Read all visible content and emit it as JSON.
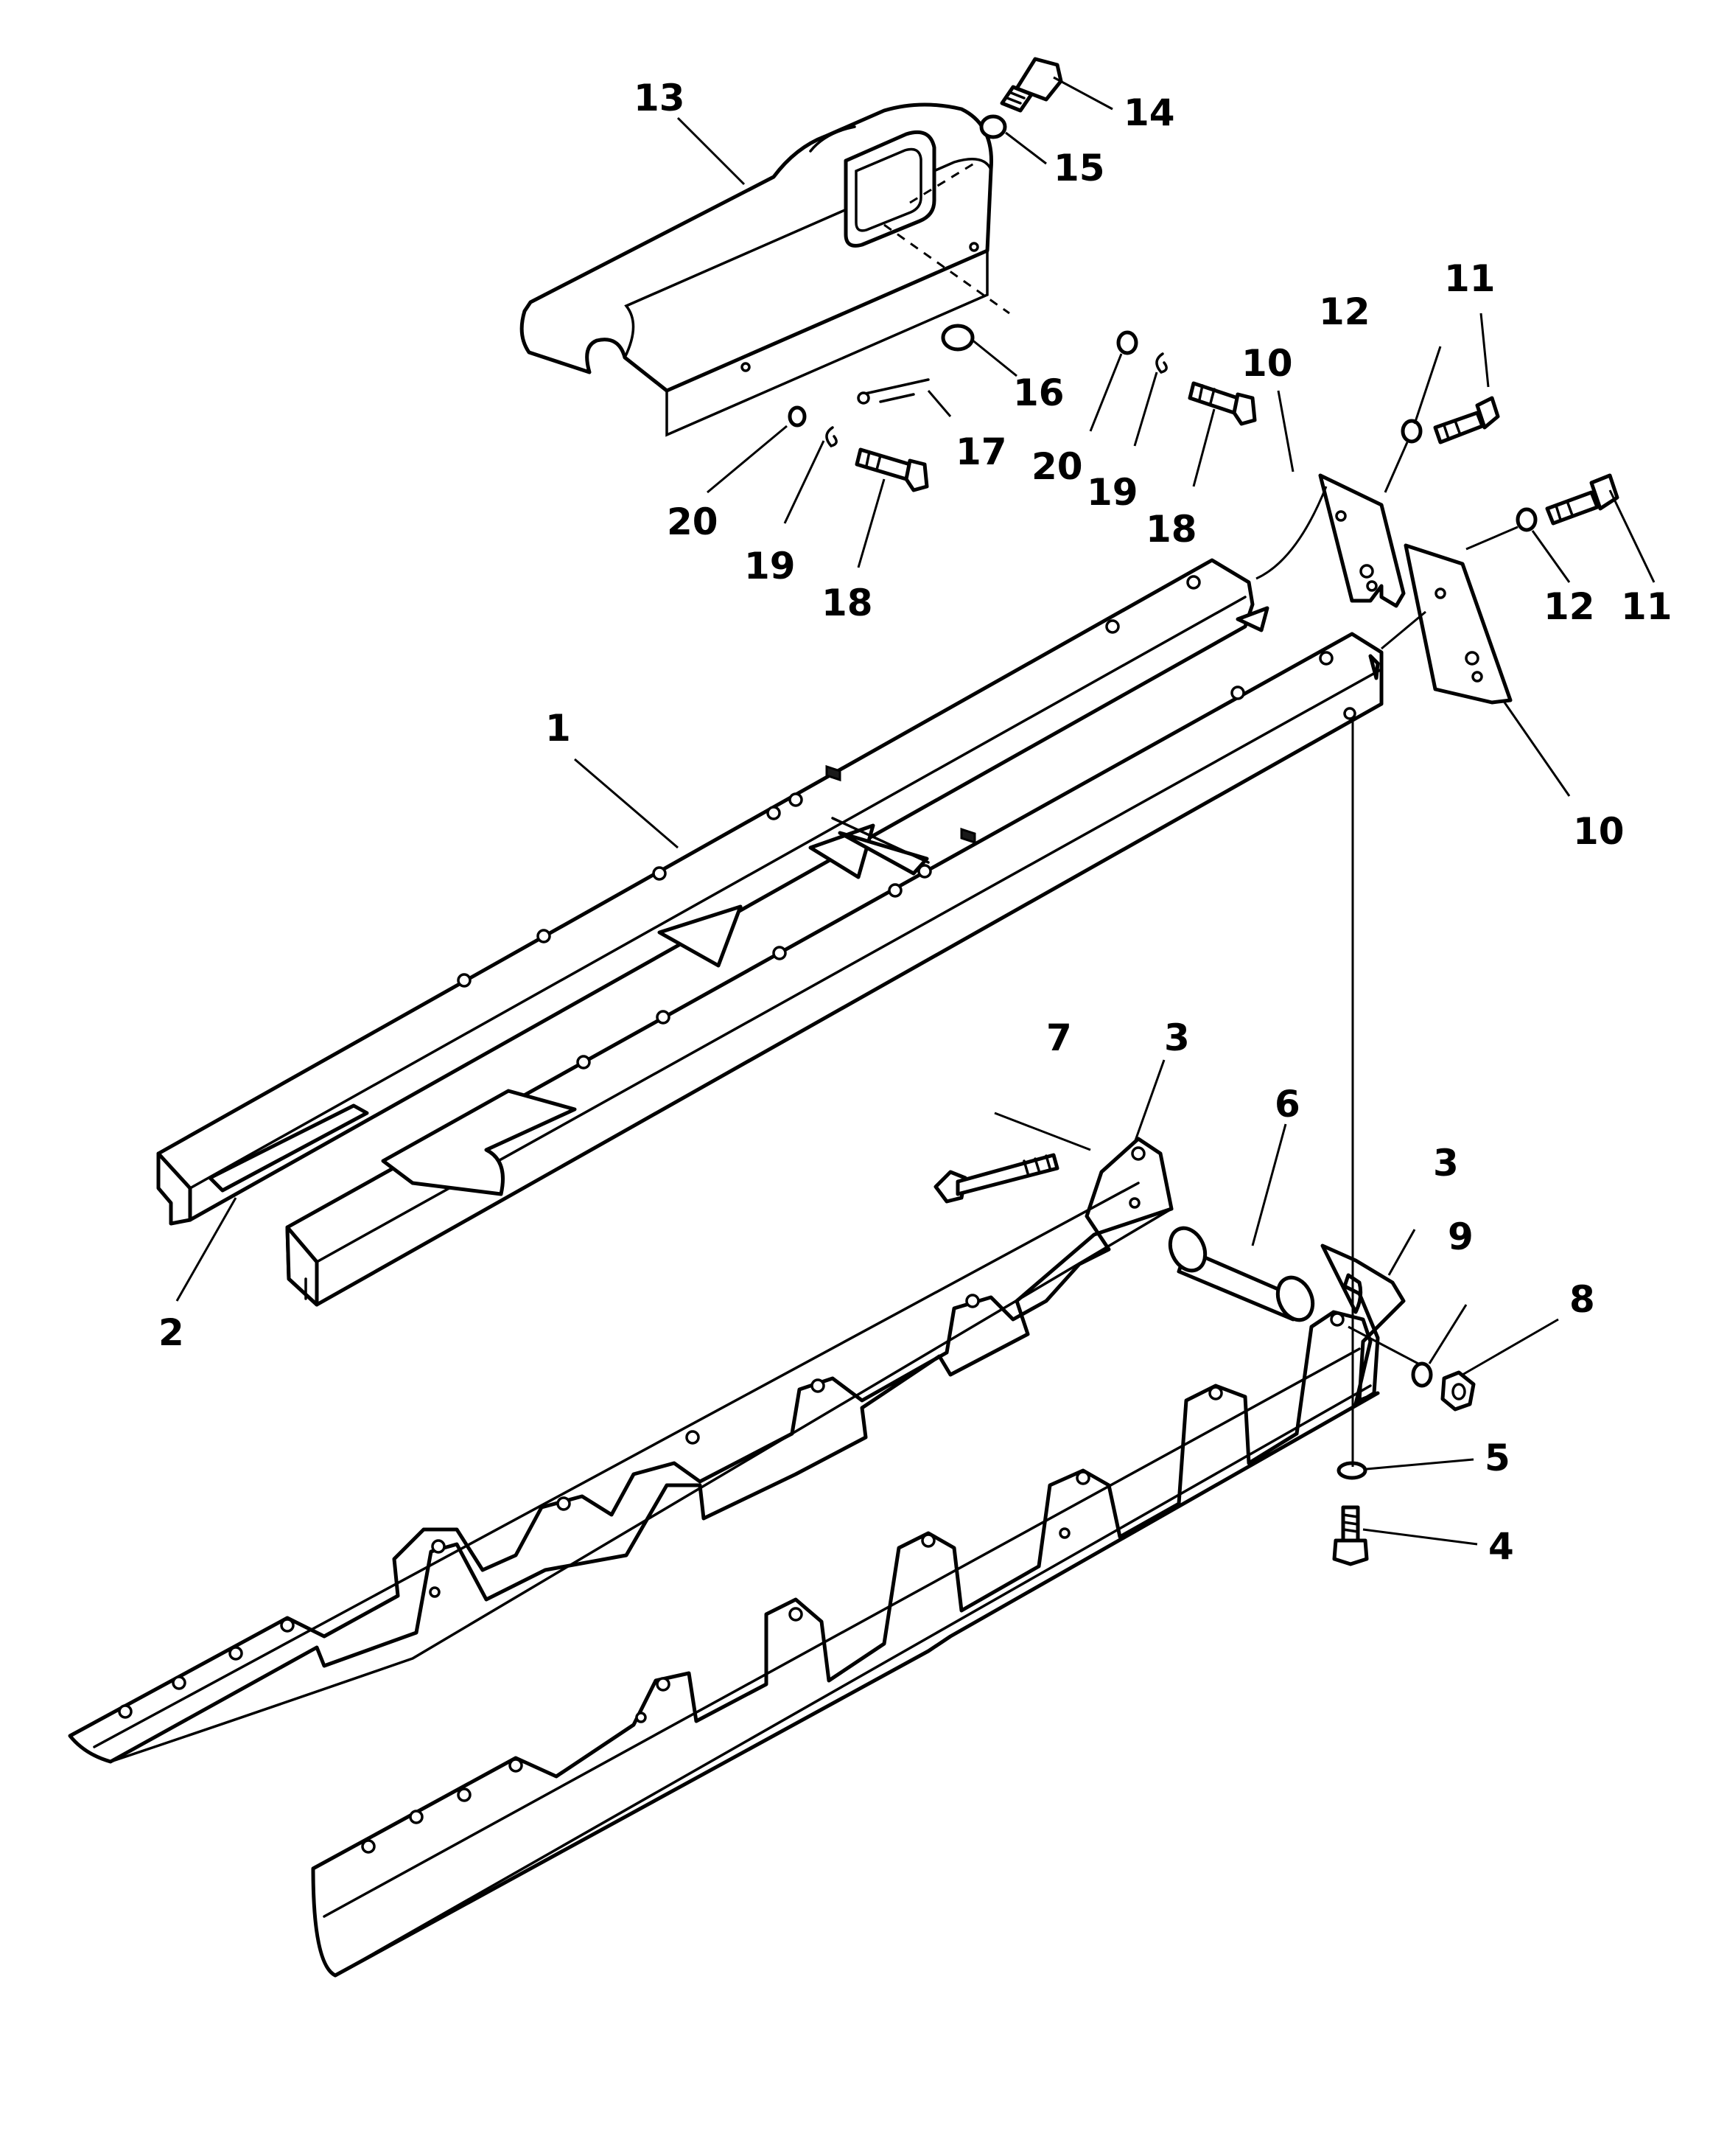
{
  "diagram": {
    "callouts": [
      {
        "id": "c1",
        "label": "1"
      },
      {
        "id": "c2",
        "label": "2"
      },
      {
        "id": "c3a",
        "label": "3"
      },
      {
        "id": "c3b",
        "label": "3"
      },
      {
        "id": "c4",
        "label": "4"
      },
      {
        "id": "c5",
        "label": "5"
      },
      {
        "id": "c6",
        "label": "6"
      },
      {
        "id": "c7",
        "label": "7"
      },
      {
        "id": "c8",
        "label": "8"
      },
      {
        "id": "c9",
        "label": "9"
      },
      {
        "id": "c10a",
        "label": "10"
      },
      {
        "id": "c10b",
        "label": "10"
      },
      {
        "id": "c11a",
        "label": "11"
      },
      {
        "id": "c11b",
        "label": "11"
      },
      {
        "id": "c12a",
        "label": "12"
      },
      {
        "id": "c12b",
        "label": "12"
      },
      {
        "id": "c13",
        "label": "13"
      },
      {
        "id": "c14",
        "label": "14"
      },
      {
        "id": "c15",
        "label": "15"
      },
      {
        "id": "c16",
        "label": "16"
      },
      {
        "id": "c17",
        "label": "17"
      },
      {
        "id": "c18a",
        "label": "18"
      },
      {
        "id": "c18b",
        "label": "18"
      },
      {
        "id": "c19a",
        "label": "19"
      },
      {
        "id": "c19b",
        "label": "19"
      },
      {
        "id": "c20a",
        "label": "20"
      },
      {
        "id": "c20b",
        "label": "20"
      }
    ]
  }
}
